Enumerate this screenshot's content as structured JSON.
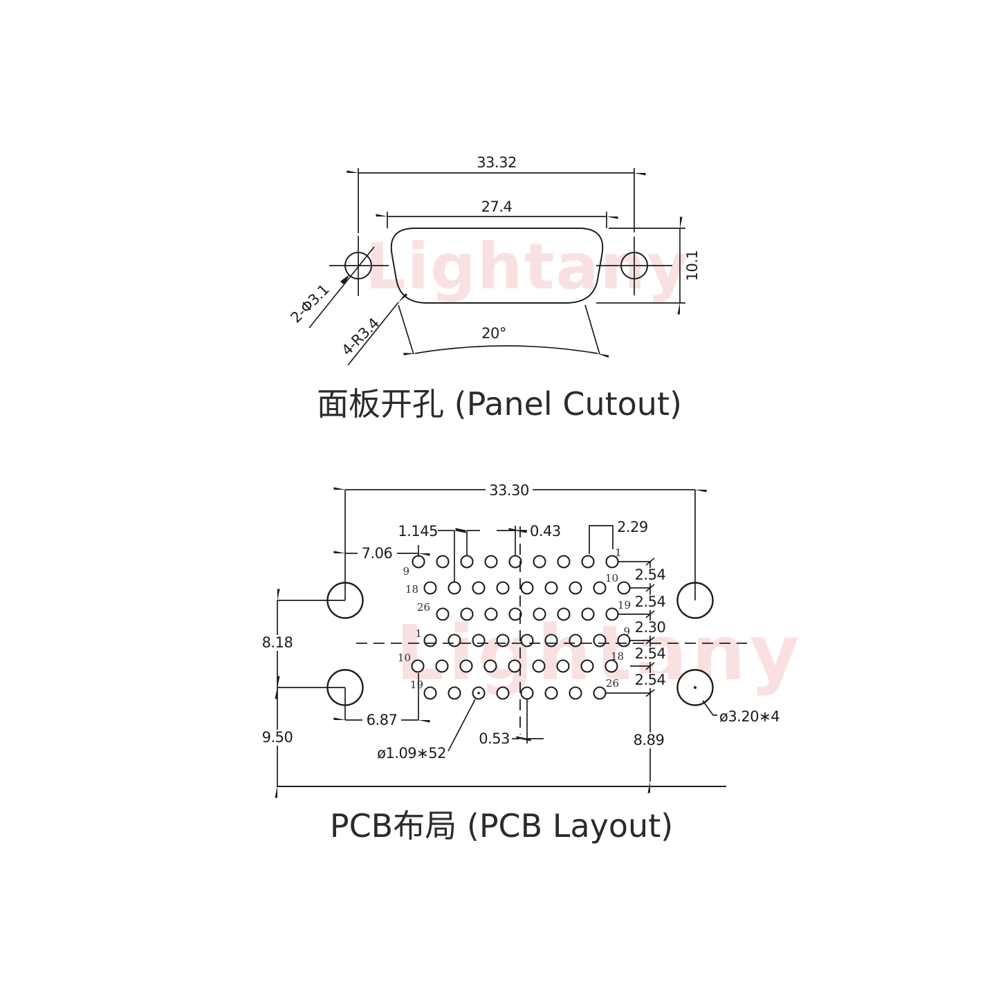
{
  "watermark": {
    "text": "Lightany",
    "color": "#f6caca"
  },
  "panel": {
    "title": "面板开孔 (Panel Cutout)",
    "dim_overall": "33.32",
    "dim_cutout": "27.4",
    "dim_height": "10.1",
    "dim_angle": "20°",
    "callout_mount_holes": "2-Φ3.1",
    "callout_corner_radius": "4-R3.4"
  },
  "pcb": {
    "title": "PCB布局 (PCB Layout)",
    "dim_overall": "33.30",
    "dim_first_pin": "7.06",
    "dim_row_offset": "1.145",
    "dim_center_offset": "0.43",
    "dim_pin_pitch": "2.29",
    "row_spacing": [
      "2.54",
      "2.54",
      "2.30",
      "2.54",
      "2.54"
    ],
    "dim_mount_span": "8.18",
    "dim_mount_to_edge": "9.50",
    "dim_lower_first_pin": "6.87",
    "dim_lower_center_offset": "0.53",
    "dim_last_row_to_edge": "8.89",
    "callout_pin_holes": "ø1.09∗52",
    "callout_mount_holes": "ø3.20∗4",
    "pins_left": [
      "9",
      "18",
      "26",
      "1",
      "10",
      "19"
    ],
    "pins_right": [
      "1",
      "10",
      "19",
      "9",
      "18",
      "26"
    ]
  }
}
